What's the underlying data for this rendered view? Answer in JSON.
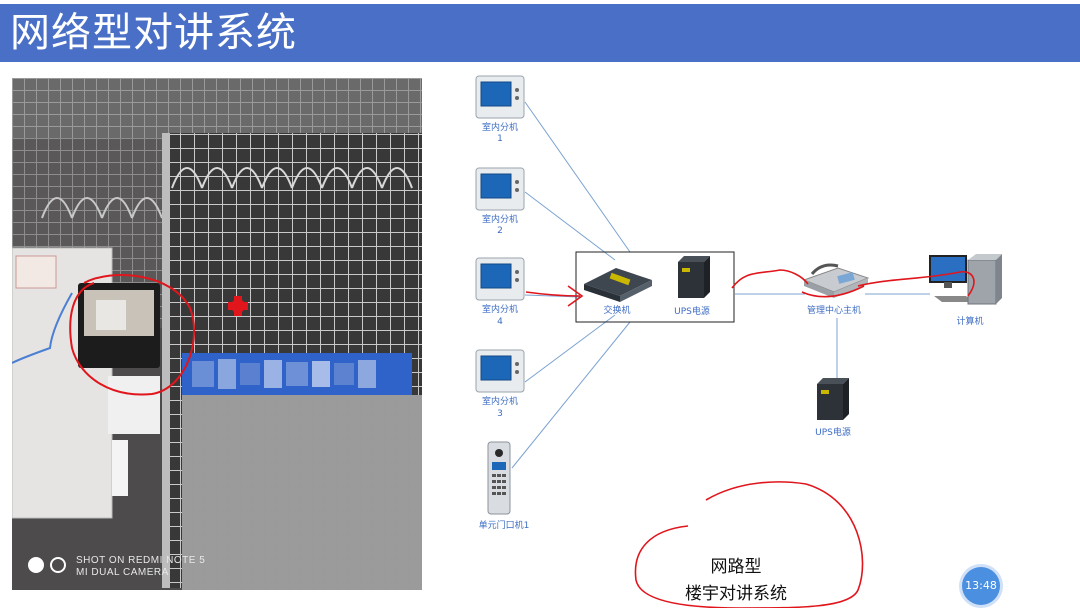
{
  "slide": {
    "title": "网络型对讲系统"
  },
  "photo": {
    "watermark_line1": "SHOT ON REDMI NOTE 5",
    "watermark_line2": "MI DUAL CAMERA"
  },
  "diagram": {
    "nodes": {
      "indoor1": {
        "label": "室内分机",
        "num": "1"
      },
      "indoor2": {
        "label": "室内分机",
        "num": "2"
      },
      "indoor4": {
        "label": "室内分机",
        "num": "4"
      },
      "indoor3": {
        "label": "室内分机",
        "num": "3"
      },
      "door_unit": {
        "label": "单元门口机1"
      },
      "switch": {
        "label": "交换机"
      },
      "ups_a": {
        "label": "UPS电源"
      },
      "mgmt": {
        "label": "管理中心主机"
      },
      "computer": {
        "label": "计算机"
      },
      "ups_b": {
        "label": "UPS电源"
      }
    },
    "annotation": {
      "line1": "网路型",
      "line2": "楼宇对讲系统"
    }
  },
  "badge": {
    "time": "13:48"
  },
  "colors": {
    "title_bar": "#4a6fc6",
    "label_blue": "#3d6cc4",
    "ink_red": "#e0161c"
  }
}
